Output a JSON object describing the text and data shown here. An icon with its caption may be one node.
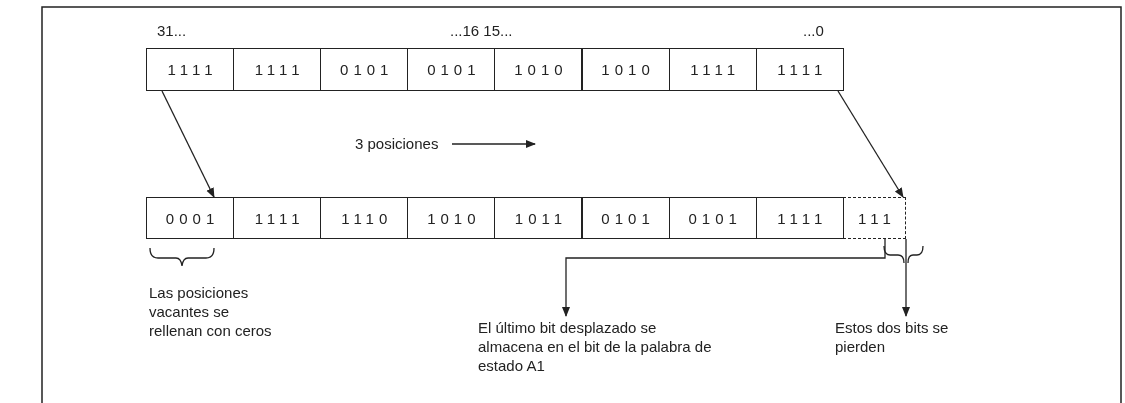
{
  "diagram": {
    "nodes": [
      {
        "text": [
          "1111"
        ]
      },
      {
        "text": [
          "1111"
        ]
      },
      {
        "text": [
          "0101"
        ]
      },
      {
        "text": [
          "0101"
        ]
      },
      {
        "text": [
          "1010"
        ]
      },
      {
        "text": [
          "1010"
        ]
      },
      {
        "text": [
          "1111"
        ]
      },
      {
        "text": [
          "1111"
        ]
      },
      {
        "text": [
          "0001"
        ]
      },
      {
        "text": [
          "1111"
        ]
      },
      {
        "text": [
          "1110"
        ]
      },
      {
        "text": [
          "1010"
        ]
      },
      {
        "text": [
          "1011"
        ]
      },
      {
        "text": [
          "0101"
        ]
      },
      {
        "text": [
          "0101"
        ]
      },
      {
        "text": [
          "1111"
        ]
      },
      {
        "text": [
          "111"
        ]
      },
      {
        "text": [
          "El último bit desplazado se almacena en el bit de la palabra de estado A1"
        ]
      },
      {
        "text": [
          "Estos dos bits se pierden"
        ]
      }
    ],
    "edges": [
      {
        "from": 0,
        "to": 8,
        "arrow": "to"
      },
      {
        "from": 7,
        "to": 16,
        "arrow": "to"
      },
      {
        "from": 16,
        "to": 17,
        "arrow": "to"
      },
      {
        "from": 16,
        "to": 18,
        "arrow": "to"
      }
    ],
    "labels": [
      "31...",
      "...16 15...",
      "...0",
      "3 posiciones",
      "Las posiciones vacantes se rellenan con ceros"
    ]
  }
}
